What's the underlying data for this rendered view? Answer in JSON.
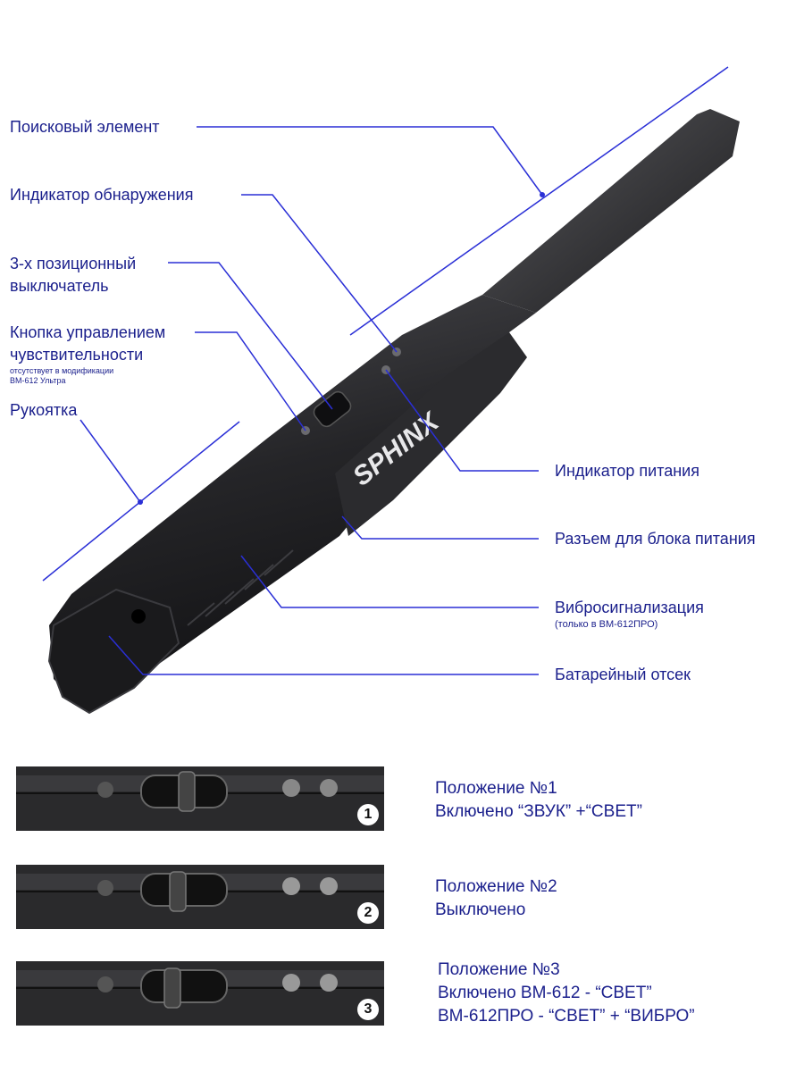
{
  "callouts": {
    "search_element": "Поисковый элемент",
    "detection_indicator": "Индикатор обнаружения",
    "switch_line1": "3-х позиционный",
    "switch_line2": "выключатель",
    "sens_line1": "Кнопка управлением",
    "sens_line2": "чувствительности",
    "sens_note1": "отсутствует в модификации",
    "sens_note2": "ВМ-612 Ультра",
    "handle": "Рукоятка",
    "power_indicator": "Индикатор питания",
    "power_connector": "Разъем для блока питания",
    "vibro": "Вибросигнализация",
    "vibro_note": "(только в ВМ-612ПРО)",
    "battery": "Батарейный отсек"
  },
  "brand_logo": "SPHINX",
  "positions": [
    {
      "badge": "1",
      "line1": "Положение №1",
      "line2": "Включено “ЗВУК” +“СВЕТ”",
      "line3": ""
    },
    {
      "badge": "2",
      "line1": "Положение №2",
      "line2": "Выключено",
      "line3": ""
    },
    {
      "badge": "3",
      "line1": "Положение №3",
      "line2": "Включено ВМ-612 - “СВЕТ”",
      "line3": "ВМ-612ПРО - “СВЕТ” + “ВИБРО”"
    }
  ],
  "colors": {
    "label": "#1a1f8c",
    "leader": "#2a2fd6",
    "device": "#1e1e20"
  }
}
